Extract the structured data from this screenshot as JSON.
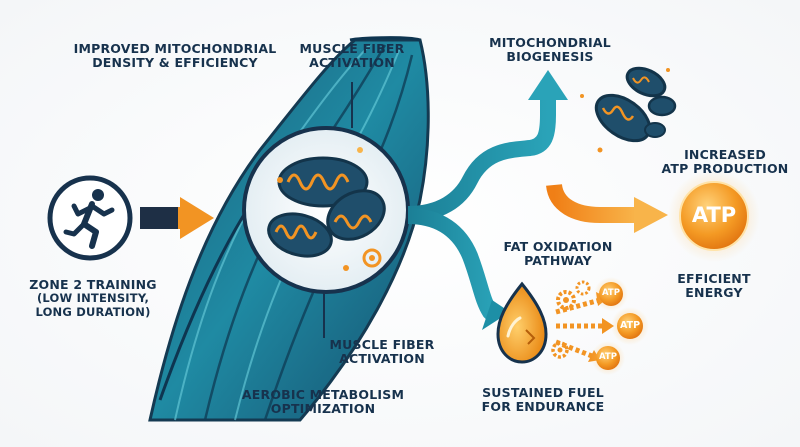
{
  "colors": {
    "navy": "#17324d",
    "teal": "#1d8fa6",
    "teal_dark": "#16667c",
    "orange": "#f29423",
    "orange_light": "#f8b44a",
    "mito": "#1f4e6b",
    "bg": "#ffffff"
  },
  "labels": {
    "mito_density": [
      "IMPROVED MITOCHONDRIAL",
      "DENSITY & EFFICIENCY"
    ],
    "fiber_top": [
      "MUSCLE FIBER",
      "ACTIVATION"
    ],
    "biogenesis": [
      "MITOCHONDRIAL",
      "BIOGENESIS"
    ],
    "atp_production": [
      "INCREASED",
      "ATP PRODUCTION"
    ],
    "zone2": [
      "ZONE 2 TRAINING",
      "(LOW INTENSITY,",
      "LONG DURATION)"
    ],
    "fat_oxidation": [
      "FAT OXIDATION",
      "PATHWAY"
    ],
    "efficient_energy": [
      "EFFICIENT",
      "ENERGY"
    ],
    "fiber_bottom": [
      "MUSCLE FIBER",
      "ACTIVATION"
    ],
    "aerobic": [
      "AEROBIC METABOLISM",
      "OPTIMIZATION"
    ],
    "sustained_fuel": [
      "SUSTAINED FUEL",
      "FOR ENDURANCE"
    ]
  },
  "atp": {
    "big": "ATP",
    "small_1": "ATP",
    "small_2": "ATP",
    "small_3": "ATP"
  },
  "icons": [
    "runner-icon",
    "muscle-fiber",
    "mitochondria",
    "fat-droplet-icon",
    "gear-icon",
    "atp-sphere-icon",
    "arrow-icon"
  ]
}
